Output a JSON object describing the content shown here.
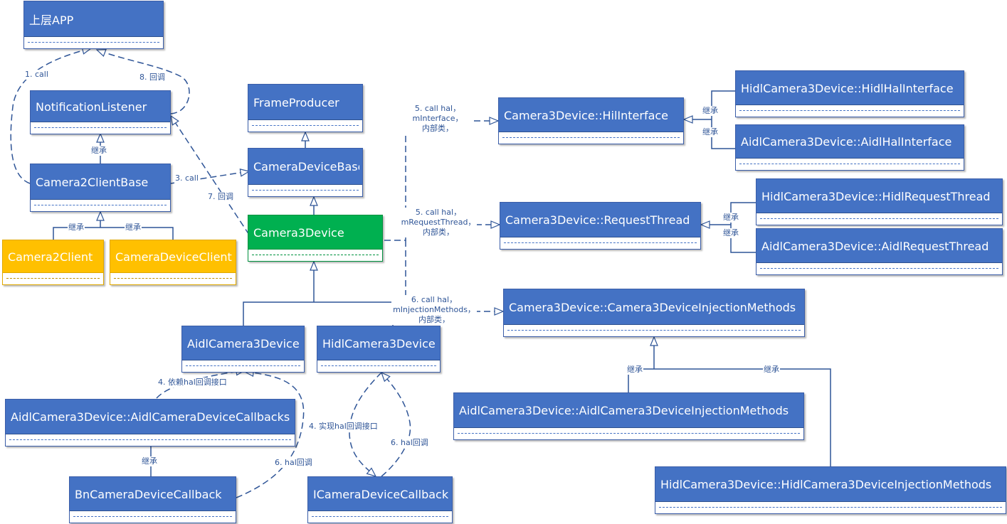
{
  "classes": {
    "upper_app": "上层APP",
    "notification_listener": "NotificationListener",
    "camera2_client_base": "Camera2ClientBase",
    "camera2_client": "Camera2Client",
    "camera_device_client": "CameraDeviceClient",
    "frame_producer": "FrameProducer",
    "camera_device_base": "CameraDeviceBase",
    "camera3_device": "Camera3Device",
    "aidl_camera3_device": "AidlCamera3Device",
    "hidl_camera3_device": "HidlCamera3Device",
    "aidl_camera_device_callbacks": "AidlCamera3Device::AidlCameraDeviceCallbacks",
    "bn_camera_device_callback": "BnCameraDeviceCallback",
    "i_camera_device_callback": "ICameraDeviceCallback",
    "hil_interface": "Camera3Device::HilInterface",
    "hidl_hal_interface": "HidlCamera3Device::HidlHalInterface",
    "aidl_hal_interface": "AidlCamera3Device::AidlHalInterface",
    "request_thread": "Camera3Device::RequestThread",
    "hidl_request_thread": "HidlCamera3Device::HidlRequestThread",
    "aidl_request_thread": "AidlCamera3Device::AidlRequestThread",
    "injection_methods": "Camera3Device::Camera3DeviceInjectionMethods",
    "aidl_injection_methods": "AidlCamera3Device::AidlCamera3DeviceInjectionMethods",
    "hidl_injection_methods": "HidlCamera3Device::HidlCamera3DeviceInjectionMethods"
  },
  "labels": {
    "call_1": "1. call",
    "callback_8": "8. 回调",
    "inherit": "继承",
    "call_3": "3. call",
    "callback_7": "7. 回调",
    "call_hal_5a": [
      "5. call hal，",
      "mInterface，",
      "内部类，"
    ],
    "call_hal_5b": [
      "5. call hal，",
      "mRequestThread，",
      "内部类，"
    ],
    "call_hal_6": [
      "6. call hal，",
      "mInjectionMethods，",
      "内部类，"
    ],
    "depend_4": "4. 依赖hal回调接口",
    "implement_4": "4. 实现hal回调接口",
    "hal_callback_6": "6. hal回调"
  },
  "colors": {
    "box_blue": "#4472c4",
    "box_yellow": "#ffc000",
    "box_green": "#00b050",
    "connector": "#2f5597"
  }
}
